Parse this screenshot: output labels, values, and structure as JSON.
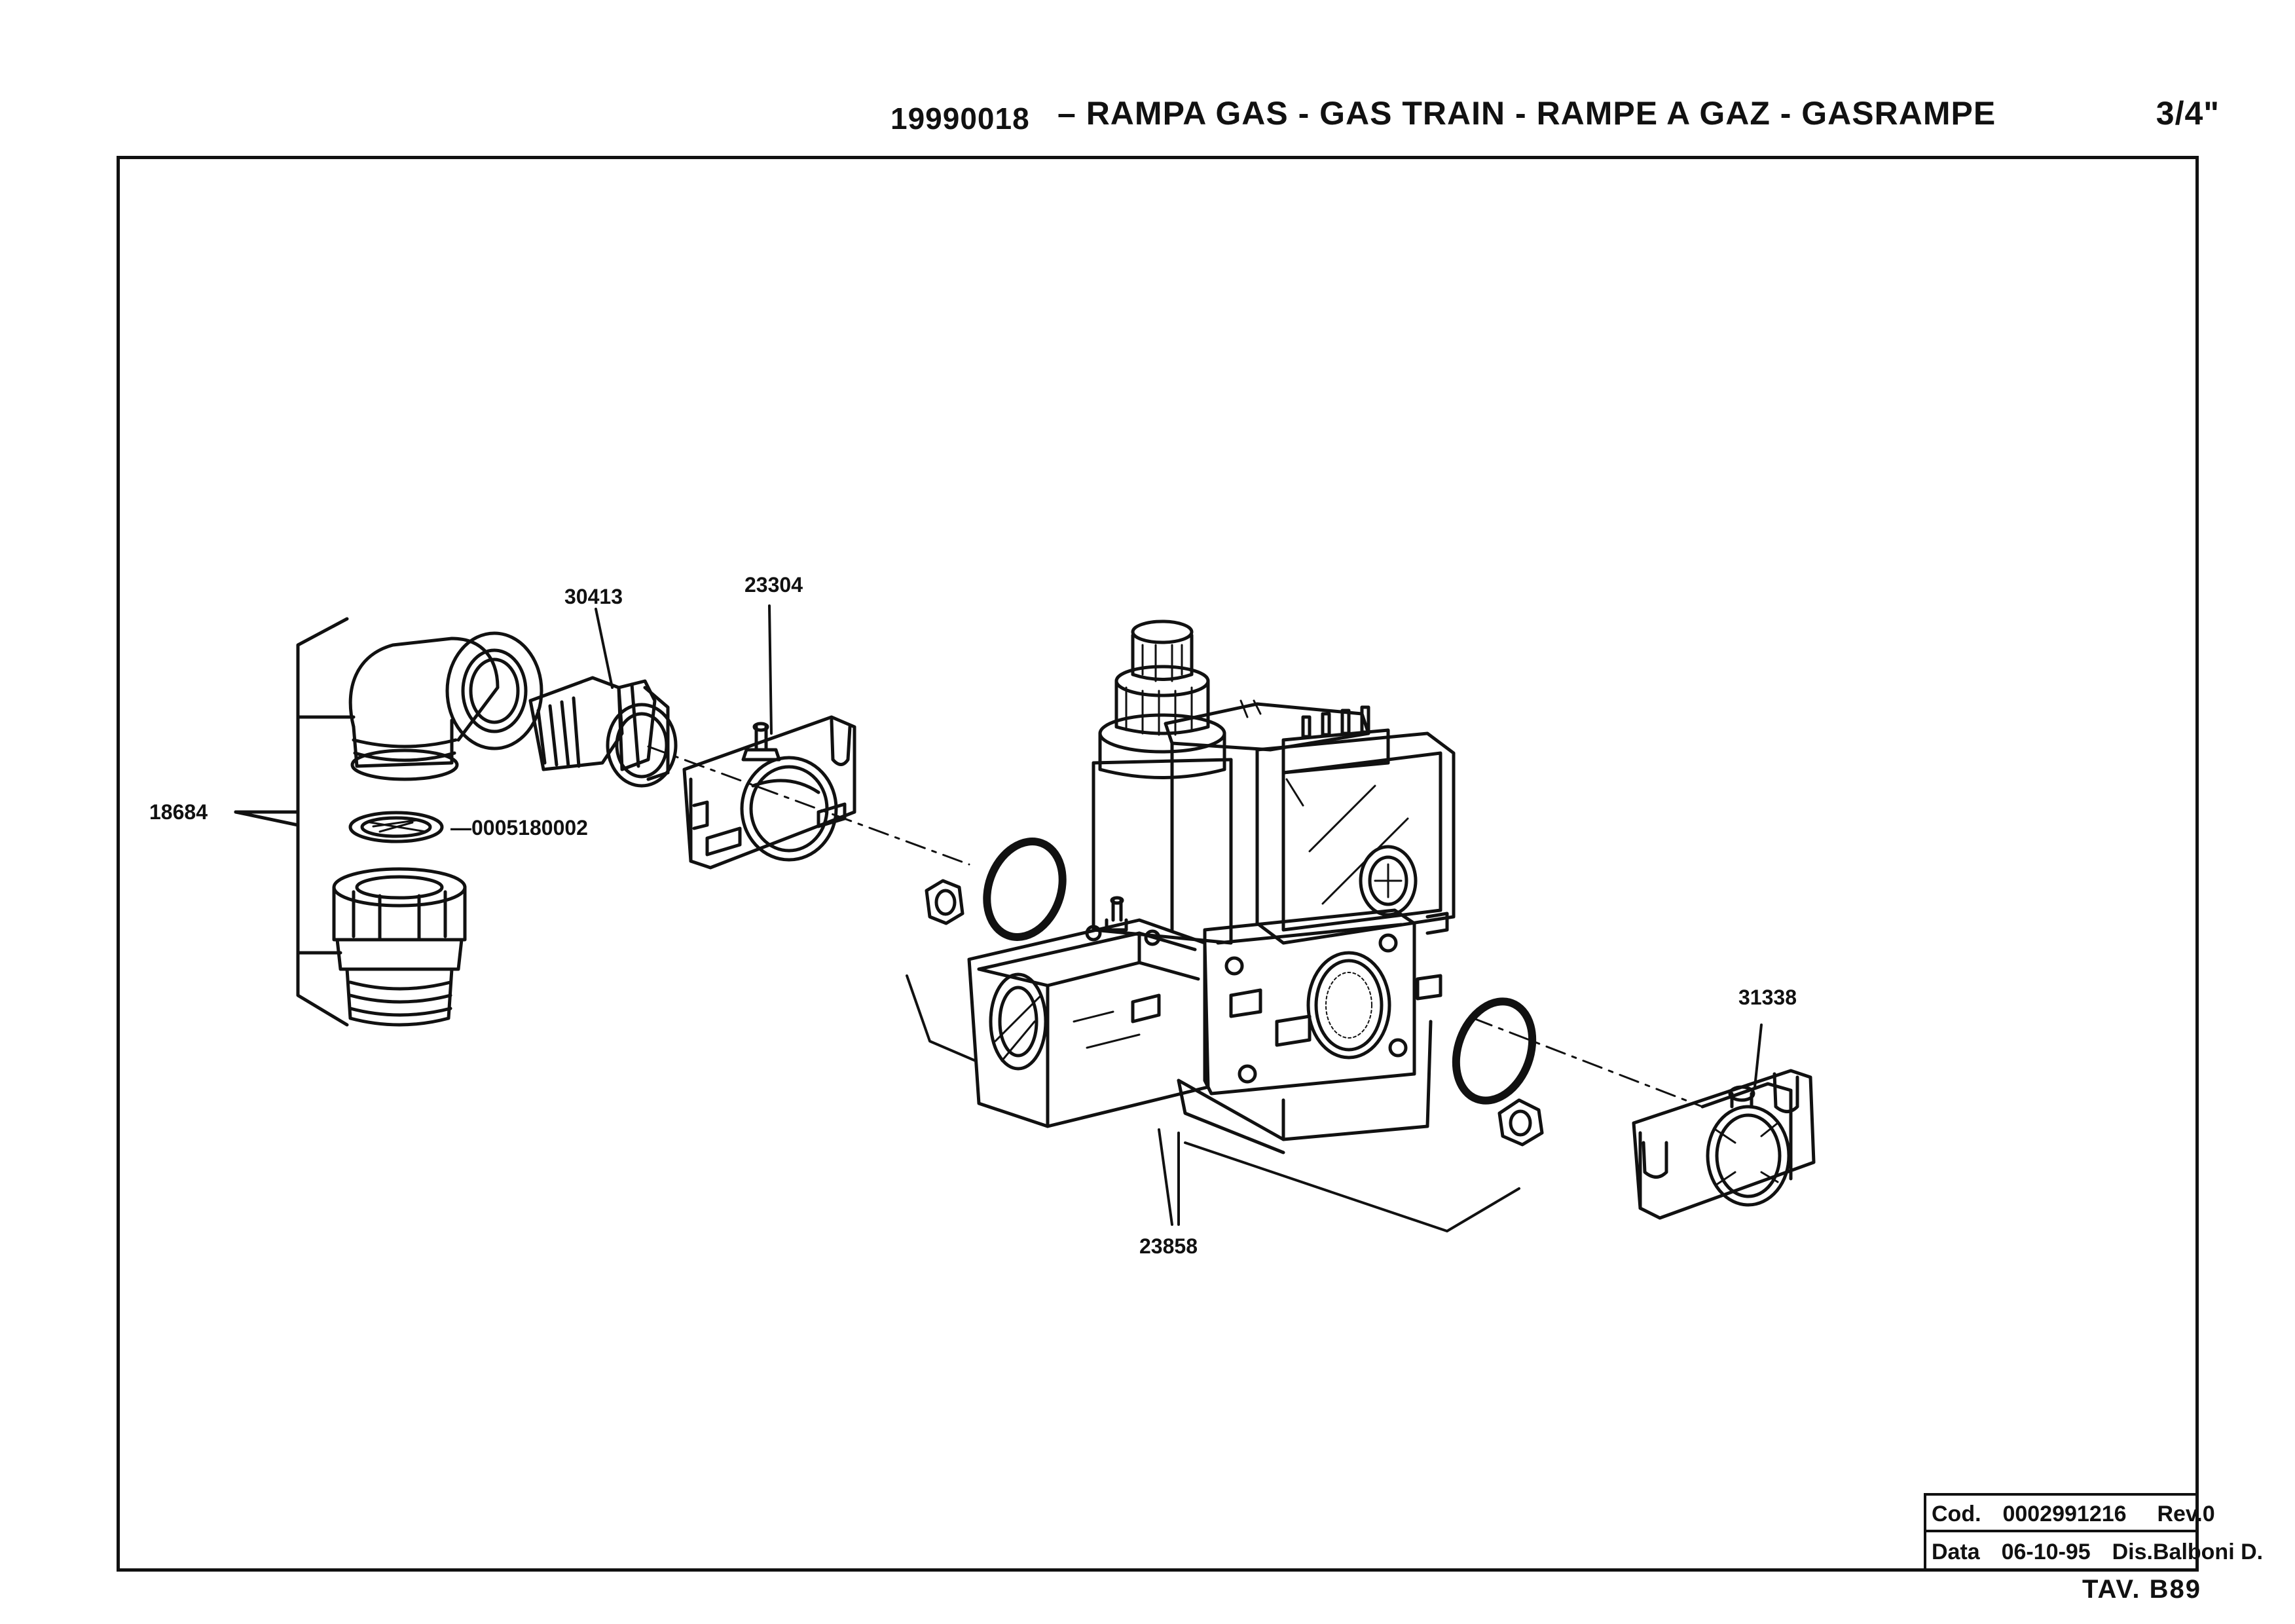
{
  "header": {
    "code": "19990018",
    "title": "– RAMPA  GAS - GAS  TRAIN - RAMPE  A GAZ - GASRAMPE",
    "size": "3/4\""
  },
  "labels": {
    "p30413": "30413",
    "p23304": "23304",
    "p18684": "18684",
    "p0005180002": "—0005180002",
    "p31338": "31338",
    "p23858": "23858"
  },
  "titleblock": {
    "cod_label": "Cod.",
    "cod_value": "0002991216",
    "rev": "Rev.0",
    "data_label": "Data",
    "data_value": "06-10-95",
    "dis": "Dis.Balboni D."
  },
  "sheet": "TAV. B89"
}
